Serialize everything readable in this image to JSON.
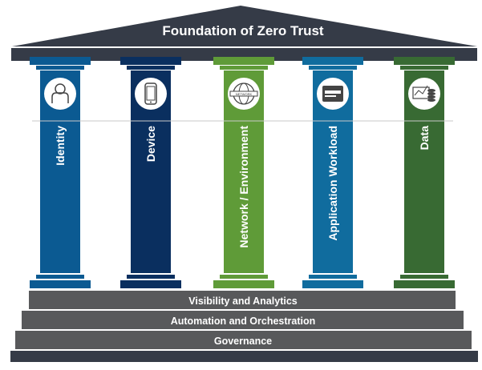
{
  "roof": {
    "title": "Foundation of Zero Trust",
    "color": "#353b47"
  },
  "pillars": [
    {
      "label": "Identity",
      "color": "#0b5a92",
      "icon": "person-icon"
    },
    {
      "label": "Device",
      "color": "#0a2f5f",
      "icon": "mobile-device-icon"
    },
    {
      "label": "Network / Environment",
      "color": "#5f9b38",
      "icon": "network-globe-icon"
    },
    {
      "label": "Application Workload",
      "color": "#106c9e",
      "icon": "application-window-icon"
    },
    {
      "label": "Data",
      "color": "#386a33",
      "icon": "data-analytics-icon"
    }
  ],
  "steps": [
    {
      "label": "Visibility and Analytics"
    },
    {
      "label": "Automation and Orchestration"
    },
    {
      "label": "Governance"
    }
  ],
  "colors": {
    "step": "#58595b",
    "base": "#353b47"
  },
  "icon_text": {
    "network": "NETWORK"
  }
}
